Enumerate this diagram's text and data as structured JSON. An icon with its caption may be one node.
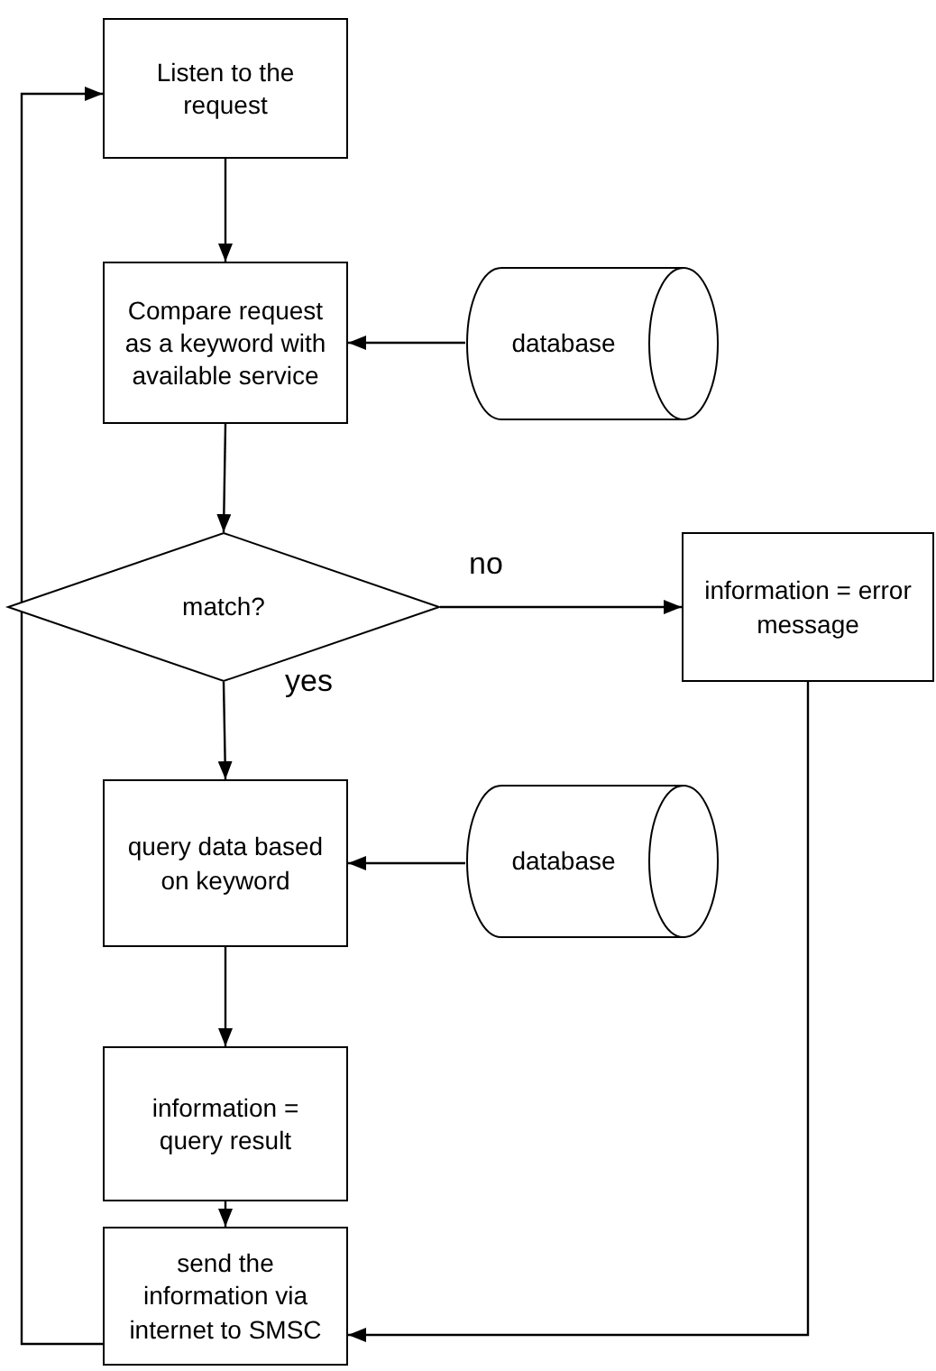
{
  "diagram": {
    "nodes": [
      {
        "text": [
          "Listen to the request"
        ]
      },
      {
        "text": [
          "Compare request as a keyword with available service"
        ]
      },
      {
        "text": [
          "database"
        ]
      },
      {
        "text": [
          "match?"
        ]
      },
      {
        "text": [
          "information = error message"
        ]
      },
      {
        "text": [
          "query data based on keyword"
        ]
      },
      {
        "text": [
          "database"
        ]
      },
      {
        "text": [
          "information = query result"
        ]
      },
      {
        "text": [
          "send the information via internet to SMSC"
        ]
      }
    ],
    "edges": [
      {
        "from": 0,
        "to": 1,
        "arrow": "to"
      },
      {
        "from": 2,
        "to": 1,
        "arrow": "to"
      },
      {
        "from": 1,
        "to": 3,
        "arrow": "to"
      },
      {
        "from": 3,
        "to": 4,
        "arrow": "to",
        "label": "no"
      },
      {
        "from": 3,
        "to": 5,
        "arrow": "to",
        "label": "yes"
      },
      {
        "from": 6,
        "to": 5,
        "arrow": "to"
      },
      {
        "from": 5,
        "to": 7,
        "arrow": "to"
      },
      {
        "from": 7,
        "to": 8,
        "arrow": "to"
      },
      {
        "from": 4,
        "to": 8,
        "arrow": "to"
      },
      {
        "from": 8,
        "to": 0,
        "arrow": "to"
      }
    ]
  }
}
